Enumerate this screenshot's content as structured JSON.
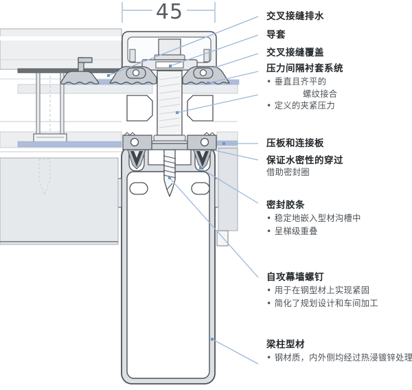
{
  "dimension": {
    "value": "45"
  },
  "annotations": [
    {
      "id": "cross-joint-drainage",
      "title": "交叉接缝排水",
      "notes": []
    },
    {
      "id": "guide-sleeve",
      "title": "导套",
      "notes": []
    },
    {
      "id": "cross-joint-cover",
      "title": "交叉接缝覆盖",
      "notes": []
    },
    {
      "id": "pressure-spacer-sleeve-system",
      "title": "压力间隔衬套系统",
      "notes": [
        "• 垂直且齐平的",
        "螺纹接合",
        "• 定义的夹紧压力"
      ]
    },
    {
      "id": "pressure-plate-and-connector",
      "title": "压板和连接板",
      "notes": []
    },
    {
      "id": "watertight-penetration",
      "title": "保证水密性的穿过",
      "notes": [
        "借助密封圈"
      ]
    },
    {
      "id": "sealing-gasket",
      "title": "密封胶条",
      "notes": [
        "• 稳定地嵌入型材沟槽中",
        "• 呈梯级重叠"
      ]
    },
    {
      "id": "self-tapping-curtain-wall-screw",
      "title": "自攻幕墙螺钉",
      "notes": [
        "• 用于在钢型材上实现紧固",
        "• 简化了规划设计和车间加工"
      ]
    },
    {
      "id": "mullion-profile",
      "title": "梁柱型材",
      "notes": [
        "• 钢材质，内外侧均经过热浸镀锌处理"
      ]
    }
  ],
  "colors": {
    "leader_line": "#9db7da",
    "leader_dot": "#6f95c5",
    "seal_strip_blue": "#aebdda",
    "drawing_line": "#4d5257",
    "label_text": "#24282b",
    "dimension_text": "#575c62"
  }
}
